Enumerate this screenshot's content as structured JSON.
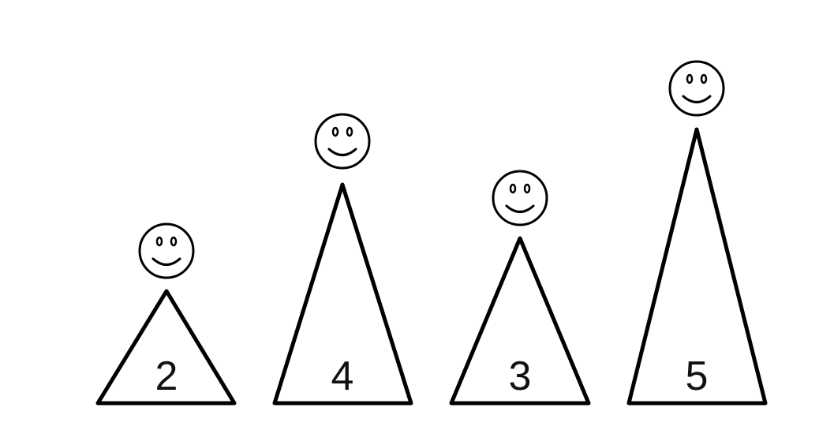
{
  "figures": [
    {
      "number": "2",
      "face": "smiley-face-icon"
    },
    {
      "number": "4",
      "face": "smiley-face-icon"
    },
    {
      "number": "3",
      "face": "smiley-face-icon"
    },
    {
      "number": "5",
      "face": "smiley-face-icon"
    }
  ]
}
